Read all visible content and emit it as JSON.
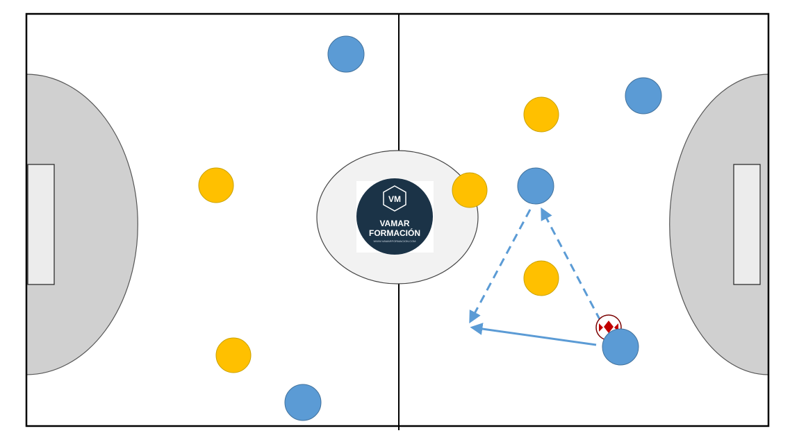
{
  "diagram": {
    "type": "futsal-tactic-board",
    "colors": {
      "court_background": "#ffffff",
      "lines": "#000000",
      "penalty_area": "#d0d0d0",
      "goal": "#ececec",
      "center_circle": "#f2f2f2",
      "team_blue": "#5b9bd5",
      "team_yellow": "#ffc000",
      "arrow": "#5b9bd5",
      "logo_background": "#1b3347",
      "ball_red": "#c00000"
    },
    "logo": {
      "monogram": "VM",
      "line1": "VAMAR",
      "line2": "FORMACIÓN",
      "line3": "WWW.VAMARFORMACION.COM"
    },
    "players": [
      {
        "team": "blue",
        "id": "b1"
      },
      {
        "team": "blue",
        "id": "b2"
      },
      {
        "team": "blue",
        "id": "b3"
      },
      {
        "team": "blue",
        "id": "b4"
      },
      {
        "team": "blue",
        "id": "b5"
      },
      {
        "team": "yellow",
        "id": "y1"
      },
      {
        "team": "yellow",
        "id": "y2"
      },
      {
        "team": "yellow",
        "id": "y3"
      },
      {
        "team": "yellow",
        "id": "y4"
      },
      {
        "team": "yellow",
        "id": "y5"
      }
    ],
    "movements": [
      {
        "type": "pass",
        "style": "solid"
      },
      {
        "type": "run",
        "style": "dashed"
      },
      {
        "type": "run",
        "style": "dashed"
      }
    ]
  }
}
